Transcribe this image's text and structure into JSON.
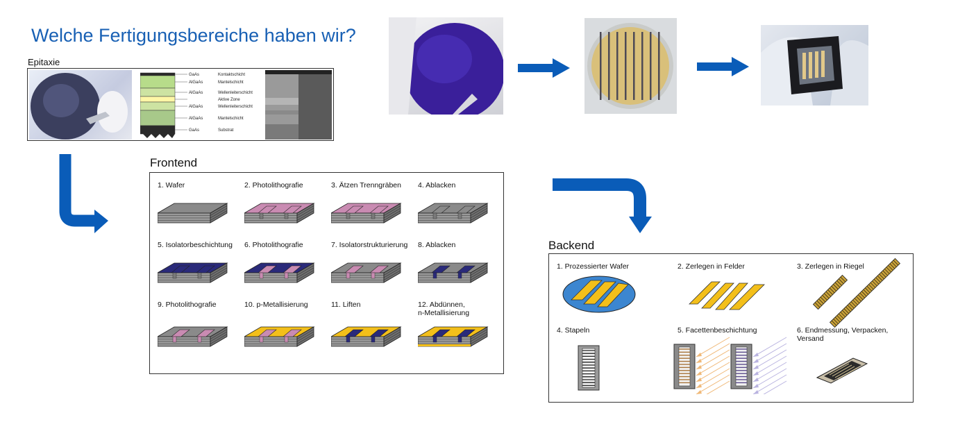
{
  "title": "Welche Fertigungsbereiche haben wir?",
  "sections": {
    "epitaxie": "Epitaxie",
    "frontend": "Frontend",
    "backend": "Backend"
  },
  "epitaxie_layers": [
    {
      "material": "GaAs",
      "name": "Kontaktschicht"
    },
    {
      "material": "AlGaAs",
      "name": "Mantelschicht"
    },
    {
      "material": "AlGaAs",
      "name": "Wellenleiterschicht"
    },
    {
      "material": "",
      "name": "Aktive Zone"
    },
    {
      "material": "AlGaAs",
      "name": "Wellenleiterschicht"
    },
    {
      "material": "AlGaAs",
      "name": "Mantelschicht"
    },
    {
      "material": "GaAs",
      "name": "Substrat"
    }
  ],
  "frontend_steps": [
    {
      "label": "1. Wafer",
      "top": "none",
      "mid": "none",
      "metal": false,
      "bottom_metal": false
    },
    {
      "label": "2. Photolithografie",
      "top": "resist",
      "mid": "none",
      "metal": false,
      "bottom_metal": false
    },
    {
      "label": "3. Ätzen Trenngräben",
      "top": "resist",
      "mid": "none",
      "metal": false,
      "bottom_metal": false
    },
    {
      "label": "4. Ablacken",
      "top": "none",
      "mid": "none",
      "metal": false,
      "bottom_metal": false
    },
    {
      "label": "5. Isolatorbeschichtung",
      "top": "isolator",
      "mid": "none",
      "metal": false,
      "bottom_metal": false
    },
    {
      "label": "6. Photolithografie",
      "top": "isolator",
      "mid": "resist",
      "metal": false,
      "bottom_metal": false
    },
    {
      "label": "7. Isolatorstrukturierung",
      "top": "none",
      "mid": "resist",
      "metal": false,
      "bottom_metal": false
    },
    {
      "label": "8. Ablacken",
      "top": "none",
      "mid": "isolator",
      "metal": false,
      "bottom_metal": false
    },
    {
      "label": "9. Photolithografie",
      "top": "none",
      "mid": "resist",
      "metal": false,
      "bottom_metal": false
    },
    {
      "label": "10. p-Metallisierung",
      "top": "metal",
      "mid": "resist",
      "metal": true,
      "bottom_metal": false
    },
    {
      "label": "11. Liften",
      "top": "metal",
      "mid": "isolator",
      "metal": true,
      "bottom_metal": false
    },
    {
      "label": "12. Abdünnen,\n   n-Metallisierung",
      "top": "metal",
      "mid": "isolator",
      "metal": true,
      "bottom_metal": true
    }
  ],
  "backend_steps": [
    {
      "label": "1. Prozessierter Wafer"
    },
    {
      "label": "2. Zerlegen in Felder"
    },
    {
      "label": "3. Zerlegen in Riegel"
    },
    {
      "label": "4. Stapeln"
    },
    {
      "label": "5. Facettenbeschichtung"
    },
    {
      "label": "6. Endmessung, Verpacken,\n   Versand"
    }
  ],
  "colors": {
    "title": "#1860b4",
    "arrow": "#0a5cb8",
    "resist": "#c98bb2",
    "isolator": "#2a2a7a",
    "metal": "#f3bf1a",
    "wafer": "#7f7f7f",
    "wafer_blue": "#3c86d0"
  }
}
